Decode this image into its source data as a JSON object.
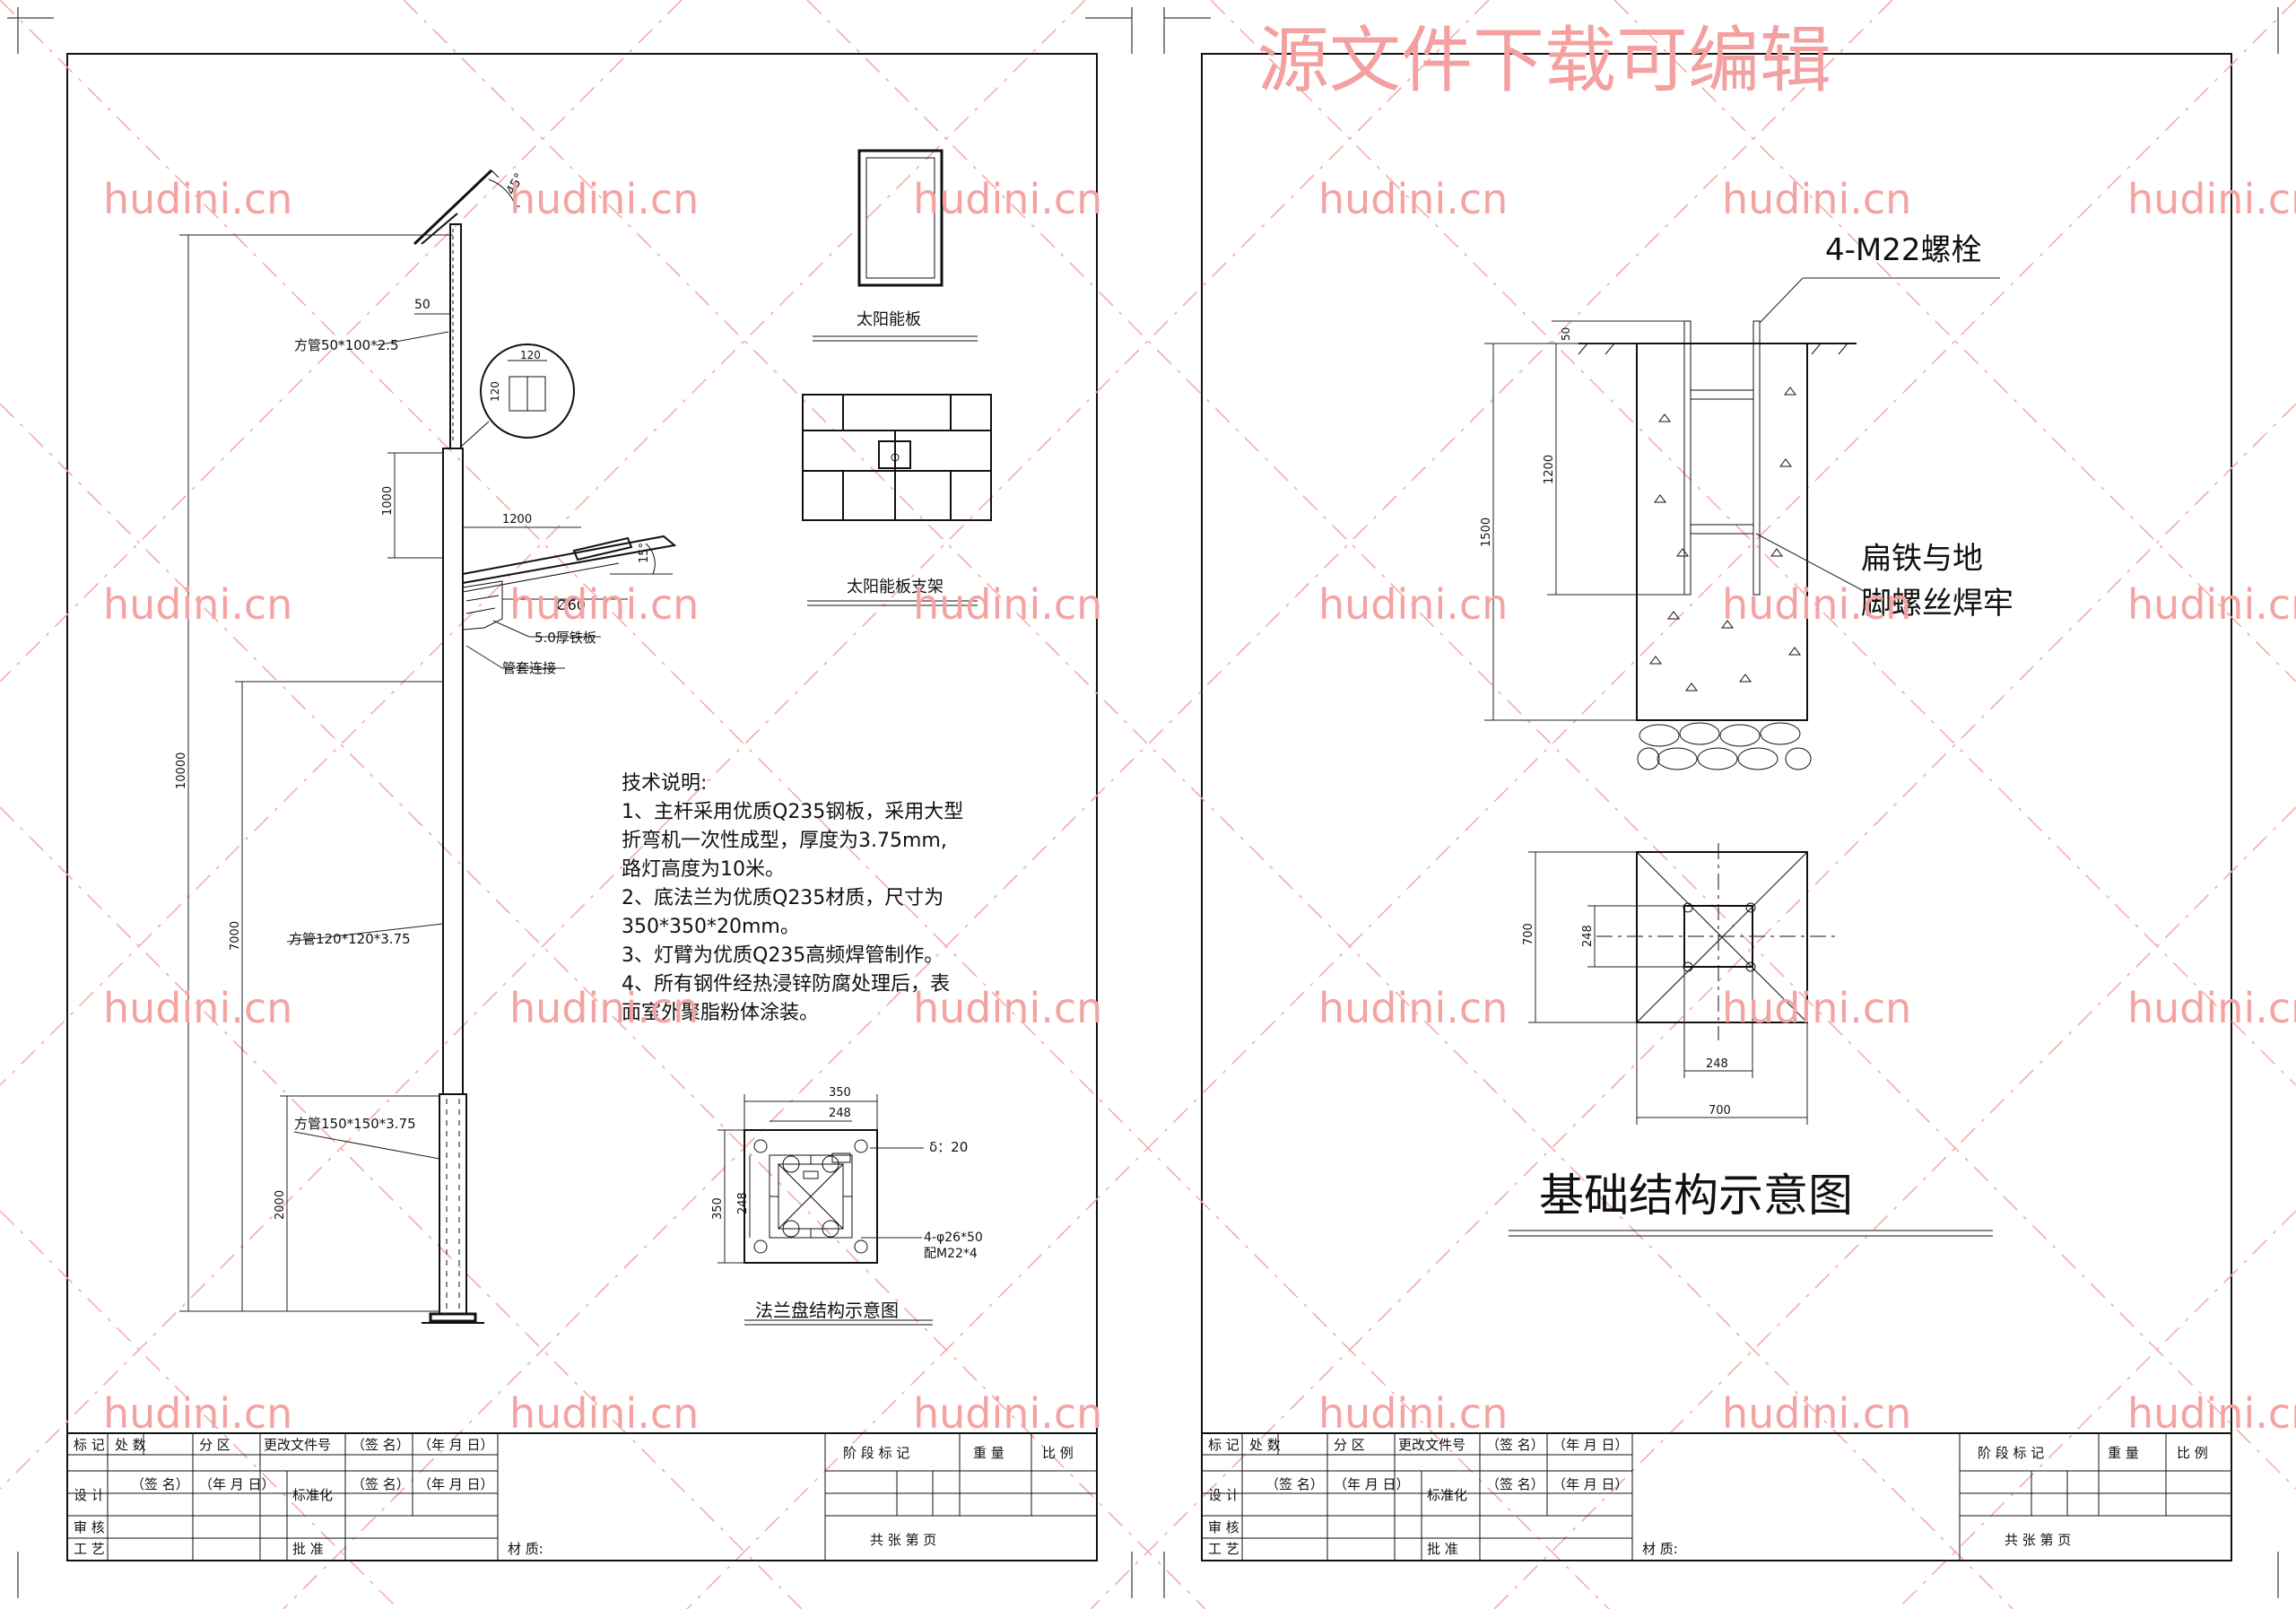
{
  "watermark": {
    "headline": "源文件下载可编辑",
    "site": "hudini.cn"
  },
  "left_sheet": {
    "pole_labels": {
      "angle_top": "45°",
      "dim_50": "50",
      "square_tube_top": "方管50*100*2.5",
      "square_tube_mid": "方管120*120*3.75",
      "square_tube_bottom": "方管150*150*3.75",
      "dim_1000": "1000",
      "dim_1200": "1200",
      "angle_arm": "15°",
      "pipe_dia": "Ø60",
      "iron_plate": "5.0厚铁板",
      "sleeve": "管套连接",
      "dim_10000": "10000",
      "dim_7000": "7000",
      "dim_2000": "2000"
    },
    "detail_box": {
      "w": "120",
      "h": "120"
    },
    "solar_panel_label": "太阳能板",
    "solar_bracket_label": "太阳能板支架",
    "tech_notes": {
      "title": "技术说明:",
      "lines": [
        "1、主杆采用优质Q235钢板，采用大型",
        "折弯机一次性成型，厚度为3.75mm,",
        "路灯高度为10米。",
        "2、底法兰为优质Q235材质，尺寸为",
        "350*350*20mm。",
        "3、灯臂为优质Q235高频焊管制作。",
        "4、所有钢件经热浸锌防腐处理后，表",
        "面室外聚脂粉体涂装。"
      ]
    },
    "flange": {
      "dim_350_top": "350",
      "dim_248_top": "248",
      "dim_350_side": "350",
      "dim_248_side": "248",
      "thickness": "δ：20",
      "holes": "4-φ26*50",
      "bolts": "配M22*4",
      "caption": "法兰盘结构示意图"
    },
    "title_block": {
      "r1": [
        "标 记",
        "处 数",
        "分 区",
        "更改文件号",
        "（签 名）",
        "（年 月 日）"
      ],
      "design": "设 计",
      "sign": "（签 名）",
      "date": "（年 月 日）",
      "standard": "标准化",
      "review": "审 核",
      "process": "工 艺",
      "approve": "批 准",
      "material": "材 质:",
      "stage": "阶 段 标 记",
      "weight": "重 量",
      "scale": "比 例",
      "sheets": "共   张   第   页"
    }
  },
  "right_sheet": {
    "bolt_label": "4-M22螺栓",
    "dim_50": "50",
    "dim_1200": "1200",
    "dim_1500": "1500",
    "weld_note_1": "扁铁与地",
    "weld_note_2": "脚螺丝焊牢",
    "plan": {
      "dim_700_side": "700",
      "dim_248_side": "248",
      "dim_248_bottom": "248",
      "dim_700_bottom": "700"
    },
    "caption": "基础结构示意图"
  }
}
